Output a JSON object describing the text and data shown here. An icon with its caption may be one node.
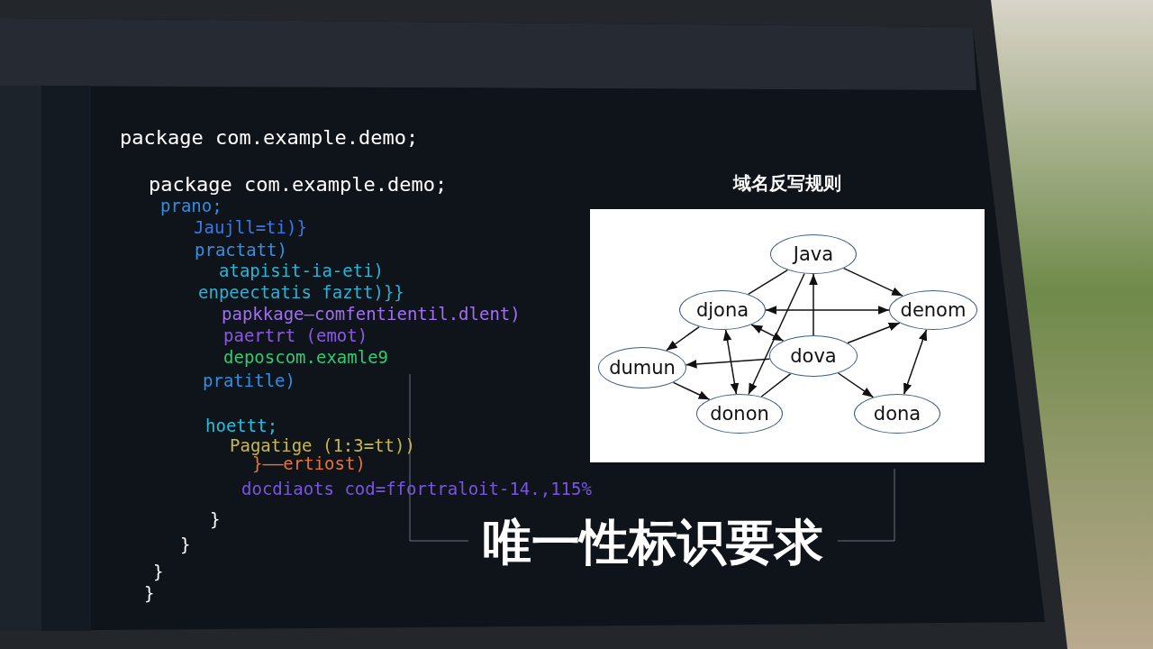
{
  "diagram": {
    "caption": "唯一性标识要求",
    "nodes": [
      {
        "text": [
          "域名反写规则"
        ]
      },
      {
        "text": [
          "Java"
        ],
        "in": 0
      },
      {
        "text": [
          "djona"
        ],
        "in": 0
      },
      {
        "text": [
          "denom"
        ],
        "in": 0
      },
      {
        "text": [
          "dumun"
        ],
        "in": 0
      },
      {
        "text": [
          "dova"
        ],
        "in": 0
      },
      {
        "text": [
          "donon"
        ],
        "in": 0
      },
      {
        "text": [
          "dona"
        ],
        "in": 0
      }
    ],
    "edges": [
      {
        "from": 2,
        "to": 1,
        "arrow": "none"
      },
      {
        "from": 1,
        "to": 3,
        "arrow": "to"
      },
      {
        "from": 2,
        "to": 3,
        "arrow": "both"
      },
      {
        "from": 2,
        "to": 4,
        "arrow": "to"
      },
      {
        "from": 2,
        "to": 5,
        "arrow": "both"
      },
      {
        "from": 2,
        "to": 6,
        "arrow": "both"
      },
      {
        "from": 1,
        "to": 6,
        "arrow": "to"
      },
      {
        "from": 5,
        "to": 1,
        "arrow": "to"
      },
      {
        "from": 5,
        "to": 4,
        "arrow": "to"
      },
      {
        "from": 5,
        "to": 3,
        "arrow": "to"
      },
      {
        "from": 5,
        "to": 7,
        "arrow": "to"
      },
      {
        "from": 6,
        "to": 5,
        "arrow": "none"
      },
      {
        "from": 4,
        "to": 6,
        "arrow": "to"
      },
      {
        "from": 3,
        "to": 7,
        "arrow": "both"
      }
    ],
    "labels": [
      "package com.example.demo;",
      "package com.example.demo;",
      "prano;",
      "Jaujll=ti)}",
      "practatt)",
      "atapisit-ia-eti)",
      "enpeectatis faztt)}}",
      "papkkage—comfentientil.dlent)",
      "paertrt (emot)",
      "deposcom.examle9",
      "pratitle)",
      "hoettt;",
      "Pagatige (1:3=tt))",
      "}——ertiost)",
      "docdiaots cod=ffortraloit-14.,115%",
      "}",
      "}",
      "}",
      "}"
    ]
  }
}
